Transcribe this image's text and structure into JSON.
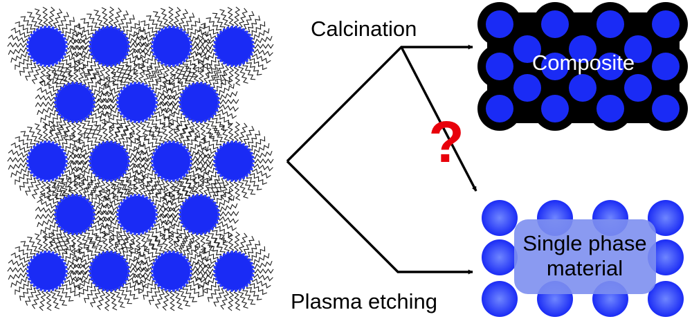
{
  "labels": {
    "calcination": "Calcination",
    "plasma_etching": "Plasma etching",
    "composite": "Composite",
    "single_phase_line1": "Single phase",
    "single_phase_line2": "material",
    "question_mark": "?"
  },
  "colors": {
    "particle": "#1a2bf5",
    "ligand": "#1a1a1a",
    "composite_matrix": "#000000",
    "single_phase_fill": "#7d8ff0",
    "question_mark": "#e8000b",
    "arrow": "#000000"
  },
  "icons": {
    "left": "ligand-capped-nanoparticle-superlattice",
    "top_right": "composite-particle-array",
    "bottom_right": "single-phase-particle-array"
  }
}
